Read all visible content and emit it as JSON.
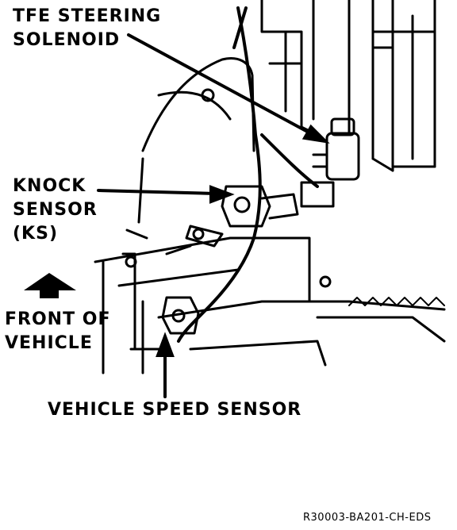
{
  "labels": {
    "tfe_line1": "TFE STEERING",
    "tfe_line2": "SOLENOID",
    "knock_line1": "KNOCK",
    "knock_line2": "SENSOR",
    "knock_line3": "(KS)",
    "front_line1": "FRONT OF",
    "front_line2": "VEHICLE",
    "vss": "VEHICLE SPEED SENSOR"
  },
  "reference_code": "R30003-BA201-CH-EDS"
}
